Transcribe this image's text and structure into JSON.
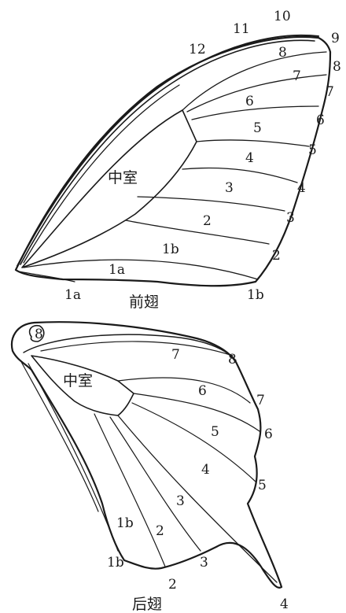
{
  "forewing": {
    "caption": "前翅",
    "cell_label": "中室",
    "vein_labels": [
      "12",
      "11",
      "10",
      "9",
      "8",
      "7",
      "6",
      "5",
      "4",
      "3",
      "2",
      "1b",
      "1a"
    ],
    "space_labels": [
      "8",
      "7",
      "6",
      "5",
      "4",
      "3",
      "2",
      "1b",
      "1a"
    ]
  },
  "hindwing": {
    "caption": "后翅",
    "cell_label": "中室",
    "vein_labels": [
      "8",
      "7",
      "6",
      "5",
      "4",
      "3",
      "2",
      "1b"
    ],
    "space_labels": [
      "8",
      "7",
      "6",
      "5",
      "4",
      "3",
      "2",
      "1b"
    ]
  }
}
